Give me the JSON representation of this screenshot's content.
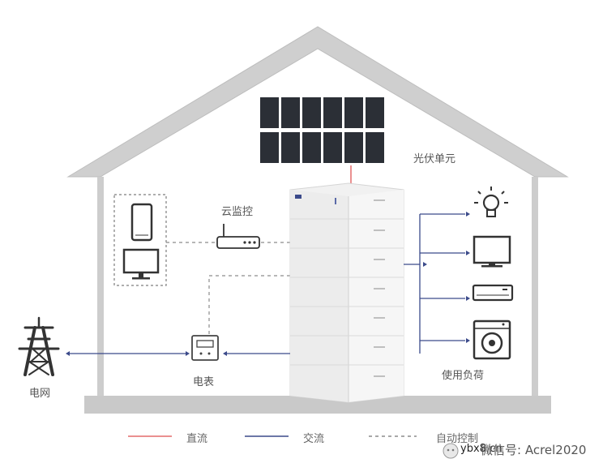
{
  "labels": {
    "pv": "光伏单元",
    "cloud": "云监控",
    "meter": "电表",
    "grid": "电网",
    "loads": "使用负荷"
  },
  "legend": {
    "dc": "直流",
    "ac": "交流",
    "control": "自动控制"
  },
  "colors": {
    "dc": "#e36b6b",
    "ac": "#3b4a8a",
    "control": "#8c8c8c",
    "house": "#c8c8c8",
    "panel": "#2b2f36"
  },
  "watermark": {
    "site": "ybx8.cn",
    "account": "微信号: Acrel2020"
  }
}
